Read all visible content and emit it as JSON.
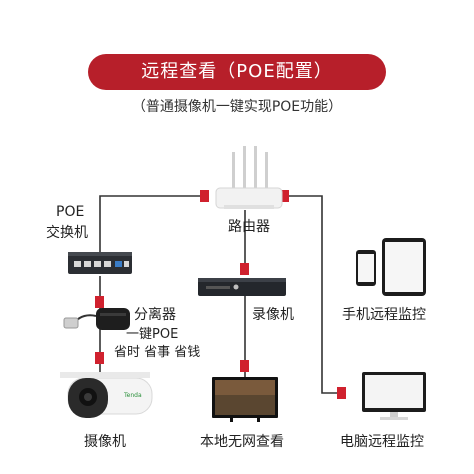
{
  "title": "远程查看（POE配置）",
  "subtitle": "（普通摄像机一键实现POE功能）",
  "labels": {
    "poe_switch_line1": "POE",
    "poe_switch_line2": "交换机",
    "router": "路由器",
    "splitter": "分离器",
    "splitter_line1": "一键POE",
    "splitter_line2": "省时 省事 省钱",
    "nvr": "录像机",
    "phone": "手机远程监控",
    "camera": "摄像机",
    "tv": "本地无网查看",
    "pc": "电脑远程监控"
  },
  "camera_brand": "Tenda",
  "colors": {
    "accent": "#b71f2a",
    "plug": "#d0212e",
    "wire": "#333333"
  }
}
